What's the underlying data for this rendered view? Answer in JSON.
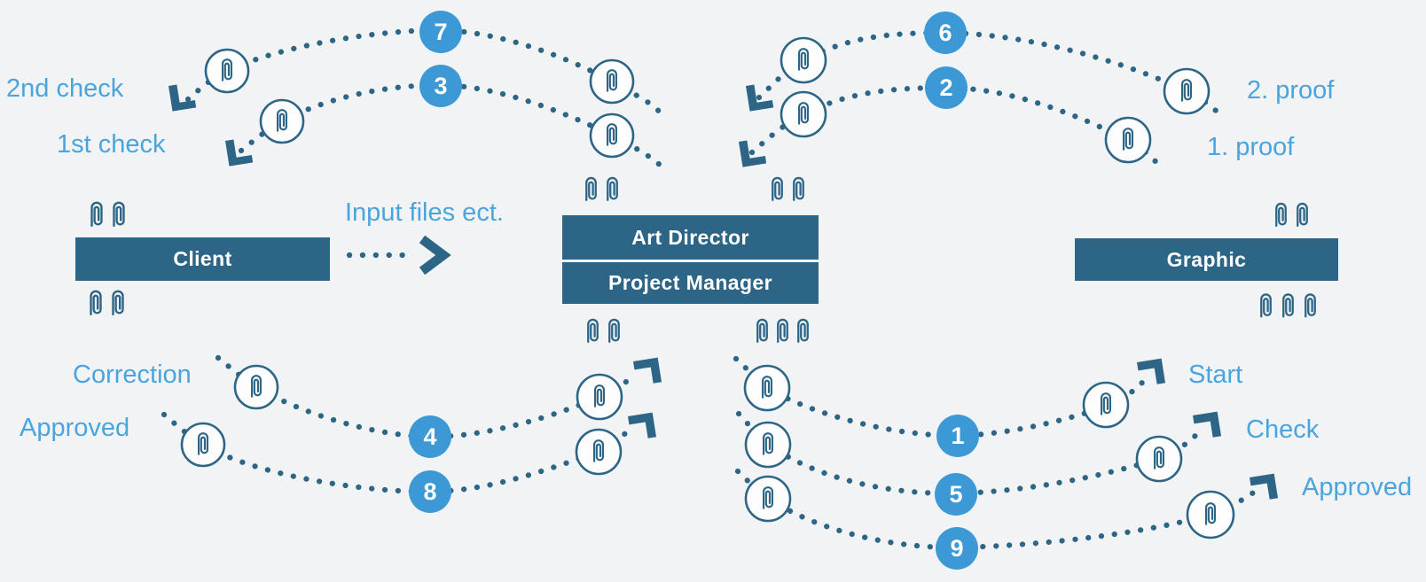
{
  "diagram": {
    "title_present": false,
    "colors": {
      "background": "#f2f3f4",
      "primary_dark": "#2d6586",
      "label_blue": "#4aa4de",
      "step_circle_fill": "#3d99d5",
      "step_circle_text": "#ffffff",
      "box_text": "#ffffff"
    },
    "boxes": {
      "client": "Client",
      "art_director": "Art Director",
      "project_manager": "Project Manager",
      "graphic": "Graphic"
    },
    "labels": {
      "second_check": "2nd check",
      "first_check": "1st check",
      "input_files": "Input files ect.",
      "correction": "Correction",
      "approved_client": "Approved",
      "proof_2": "2. proof",
      "proof_1": "1. proof",
      "start": "Start",
      "check": "Check",
      "approved_graphic": "Approved"
    },
    "steps": [
      "7",
      "3",
      "6",
      "2",
      "4",
      "8",
      "1",
      "5",
      "9"
    ]
  }
}
